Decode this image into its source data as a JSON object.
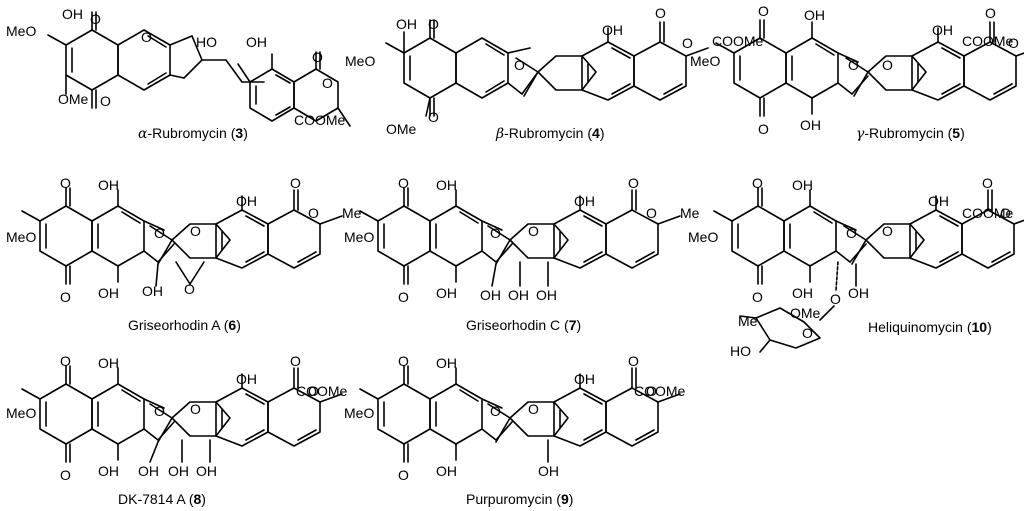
{
  "compounds": [
    {
      "prefix": "α",
      "name": "-Rubromycin",
      "number": "3"
    },
    {
      "prefix": "β",
      "name": "-Rubromycin",
      "number": "4"
    },
    {
      "prefix": "γ",
      "name": "-Rubromycin",
      "number": "5"
    },
    {
      "prefix": "",
      "name": "Griseorhodin A",
      "number": "6"
    },
    {
      "prefix": "",
      "name": "Griseorhodin C",
      "number": "7"
    },
    {
      "prefix": "",
      "name": "Heliquinomycin",
      "number": "10"
    },
    {
      "prefix": "",
      "name": "DK-7814 A",
      "number": "8"
    },
    {
      "prefix": "",
      "name": "Purpuromycin",
      "number": "9"
    }
  ],
  "atoms": {
    "meo": "MeO",
    "ome": "OMe",
    "oh": "OH",
    "ho": "HO",
    "o": "O",
    "coome": "COOMe",
    "me": "Me"
  }
}
